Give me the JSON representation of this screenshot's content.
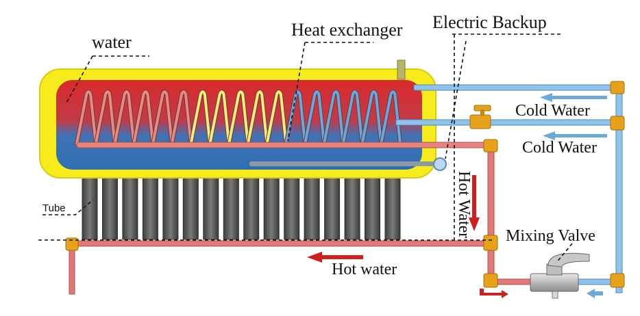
{
  "labels": {
    "water": "water",
    "heat_exchanger": "Heat exchanger",
    "electric_backup": "Electric Backup",
    "cold_water_1": "Cold Water",
    "cold_water_2": "Cold Water",
    "hot_water_vertical": "Hot Water",
    "mixing_valve": "Mixing Valve",
    "tube": "Tube",
    "hot_water_outlet": "Hot water"
  },
  "colors": {
    "tank_shell": "#f7ec1b",
    "water_hot": "#d92b2b",
    "water_cold": "#2e6fb0",
    "coil_hot": "#e88a80",
    "coil_mid": "#f6ee7a",
    "coil_cold": "#69a8de",
    "pipe_hot": "#e07a78",
    "pipe_cold": "#8fc3ea",
    "fitting": "#e7a21c",
    "tube": "#5c5c5c",
    "arrow_hot": "#cf2020",
    "arrow_cold": "#6aaad6"
  },
  "tube_count": 16,
  "coil_loops": 17
}
